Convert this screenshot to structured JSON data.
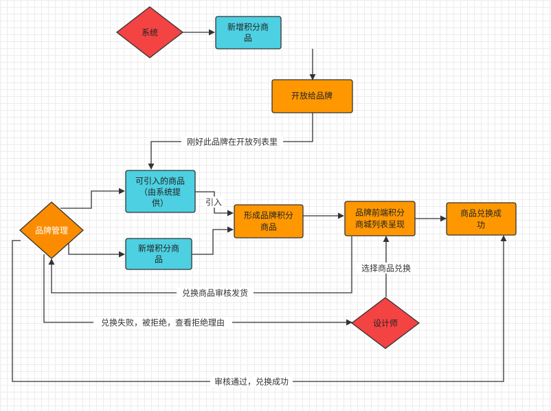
{
  "nodes": {
    "system": "系统",
    "new_points_product_top": [
      "新增积分商",
      "品"
    ],
    "open_to_brand": "开放给品牌",
    "importable_products": [
      "可引入的商品",
      "（由系统提",
      "供）"
    ],
    "brand_management": "品牌管理",
    "new_points_product_left": [
      "新增积分商",
      "品"
    ],
    "form_brand_points_products": [
      "形成品牌积分",
      "商品"
    ],
    "brand_frontend_mall_list": [
      "品牌前端积分",
      "商城列表呈现"
    ],
    "product_redeem_success": [
      "商品兑换成",
      "功"
    ],
    "designer": "设计师"
  },
  "edges": {
    "just_in_open_list": "刚好此品牌在开放列表里",
    "import": "引入",
    "select_redeem": "选择商品兑换",
    "redeem_review_ship": "兑换商品审核发货",
    "redeem_failed": "兑换失败，被拒绝，查看拒绝理由",
    "review_passed": "审核通过，兑换成功"
  },
  "colors": {
    "diamond_red": "#f44343",
    "box_cyan": "#4dd0e1",
    "box_orange": "#ff9800",
    "diamond_orange": "#fb8c00",
    "line": "#333333"
  }
}
